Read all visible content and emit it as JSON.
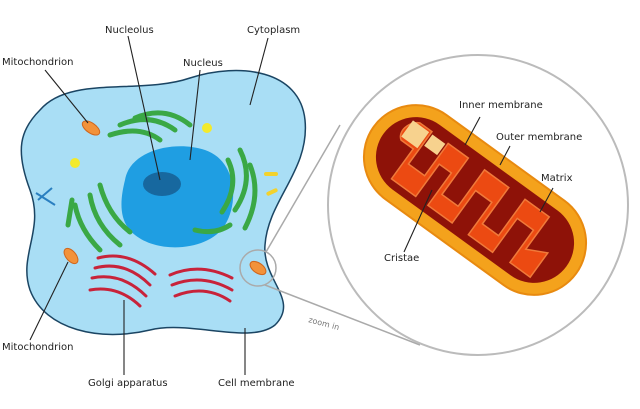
{
  "title": "Animal cell with mitochondrion zoom",
  "labels": {
    "nucleolus": "Nucleolus",
    "nucleus": "Nucleus",
    "cytoplasm": "Cytoplasm",
    "mitochondrion_top": "Mitochondrion",
    "mitochondrion_bottom": "Mitochondrion",
    "golgi": "Golgi apparatus",
    "cell_membrane": "Cell membrane",
    "inner_membrane": "Inner membrane",
    "outer_membrane": "Outer membrane",
    "matrix": "Matrix",
    "cristae": "Cristae",
    "zoom_in": "zoom in"
  },
  "colors": {
    "cytoplasm": "#a9def5",
    "membrane": "#1b4563",
    "nucleus": "#1f9ee2",
    "nucleolus": "#17689f",
    "er": "#3aa845",
    "golgi": "#c8233a",
    "mito_outer": "#f4a21c",
    "mito_inner": "#8e1208",
    "mito_matrix": "#ec4a12",
    "cristae_light": "#f7d28e"
  }
}
